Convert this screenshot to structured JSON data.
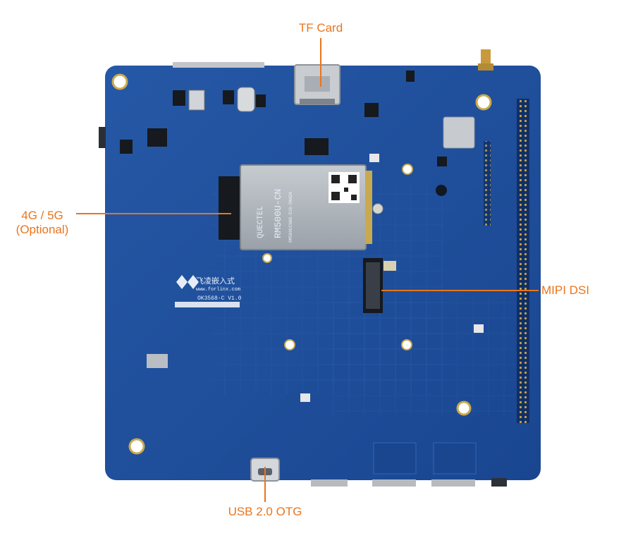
{
  "callouts": {
    "tf_card": "TF Card",
    "modem_line1": "4G / 5G",
    "modem_line2": "(Optional)",
    "mipi_dsi": "MIPI DSI",
    "usb_otg": "USB 2.0 OTG"
  },
  "board": {
    "logo_text": "飞凌嵌入式",
    "url_text": "www.forlinx.com",
    "model_text": "OK3568-C V1.0"
  },
  "module": {
    "brand": "QUECTEL",
    "model": "RM500U-CN",
    "code": "RM500UCNAB-D10-SNADA"
  },
  "colors": {
    "callout": "#e9751d",
    "pcb": "#1d4f9c",
    "module": "#aab0b6"
  }
}
